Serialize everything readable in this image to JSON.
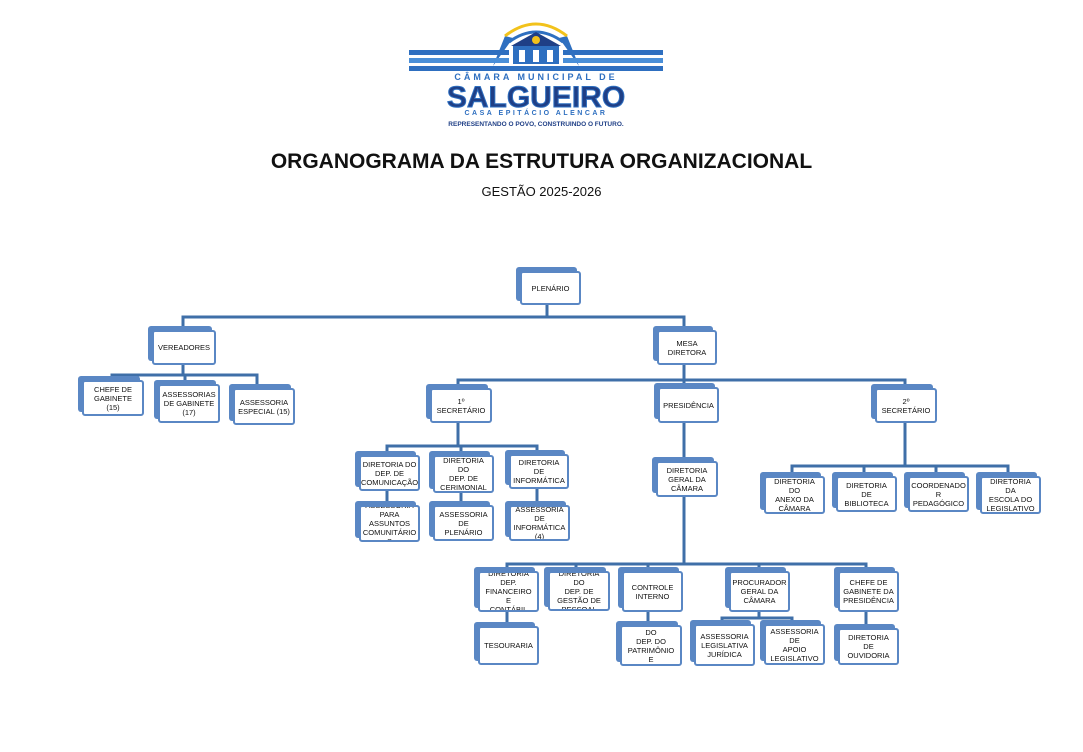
{
  "logo": {
    "top_text": "CÂMARA MUNICIPAL DE",
    "name": "SALGUEIRO",
    "house": "CASA EPITÁCIO ALENCAR",
    "slogan": "REPRESENTANDO O POVO, CONSTRUINDO O FUTURO."
  },
  "title": "ORGANOGRAMA DA ESTRUTURA ORGANIZACIONAL",
  "subtitle": "GESTÃO 2025-2026",
  "colors": {
    "box_border": "#5a87c4",
    "line": "#3f6fa8",
    "logo_blue": "#2e6fc0",
    "logo_navy": "#1f3f86",
    "logo_gold": "#f2c21b"
  },
  "nodes": {
    "plenario": "PLENÁRIO",
    "vereadores": "VEREADORES",
    "chefe_gabinete": "CHEFE DE\nGABINETE (15)",
    "assessorias_gabinete": "ASSESSORIAS\nDE GABINETE\n(17)",
    "assessoria_especial": "ASSESSORIA\nESPECIAL (15)",
    "mesa_diretora": "MESA\nDIRETORA",
    "primeiro_secretario": "1º SECRETÁRIO",
    "presidencia": "PRESIDÊNCIA",
    "segundo_secretario": "2º SECRETÁRIO",
    "dir_comunicacao": "DIRETORIA DO\nDEP. DE\nCOMUNICAÇÃO",
    "dir_cerimonial": "DIRETORIA DO\nDEP. DE\nCERIMONIAL",
    "dir_informatica": "DIRETORIA DE\nINFORMÁTICA",
    "assess_assuntos_comunitarios": "ASSESSORIA\nPARA\nASSUNTOS\nCOMUNITÁRIO\nS",
    "assess_plenario": "ASSESSORIA DE\nPLENÁRIO",
    "assess_informatica": "ASSESSORIA DE\nINFORMÁTICA\n(4)",
    "dir_geral": "DIRETORIA\nGERAL DA\nCÂMARA",
    "dir_anexo": "DIRETORIA DO\nANEXO DA\nCÂMARA",
    "dir_biblioteca": "DIRETORIA DE\nBIBLIOTECA",
    "coord_pedagogico": "COORDENADO\nR PEDAGÓGICO",
    "dir_escola": "DIRETORIA DA\nESCOLA DO\nLEGISLATIVO",
    "dir_financeiro": "DIRETORIA\nDEP.\nFINANCEIRO E\nCONTÁBIL",
    "dir_pessoal": "DIRETORIA DO\nDEP. DE\nGESTÃO DE\nPESSOAL",
    "controle_interno": "CONTROLE\nINTERNO",
    "procurador_geral": "PROCURADOR\nGERAL DA\nCÂMARA",
    "chefe_gabinete_presidencia": "CHEFE DE\nGABINETE DA\nPRESIDÊNCIA",
    "tesouraria": "TESOURARIA",
    "dir_patrimonio": "DIRETORIA DO\nDEP. DO\nPATRIMÔNIO E\nACERVO",
    "assess_juridica": "ASSESSORIA\nLEGISLATIVA\nJURÍDICA",
    "assess_apoio": "ASSESSORIA DE\nAPOIO\nLEGISLATIVO",
    "dir_ouvidoria": "DIRETORIA DE\nOUVIDORIA"
  }
}
